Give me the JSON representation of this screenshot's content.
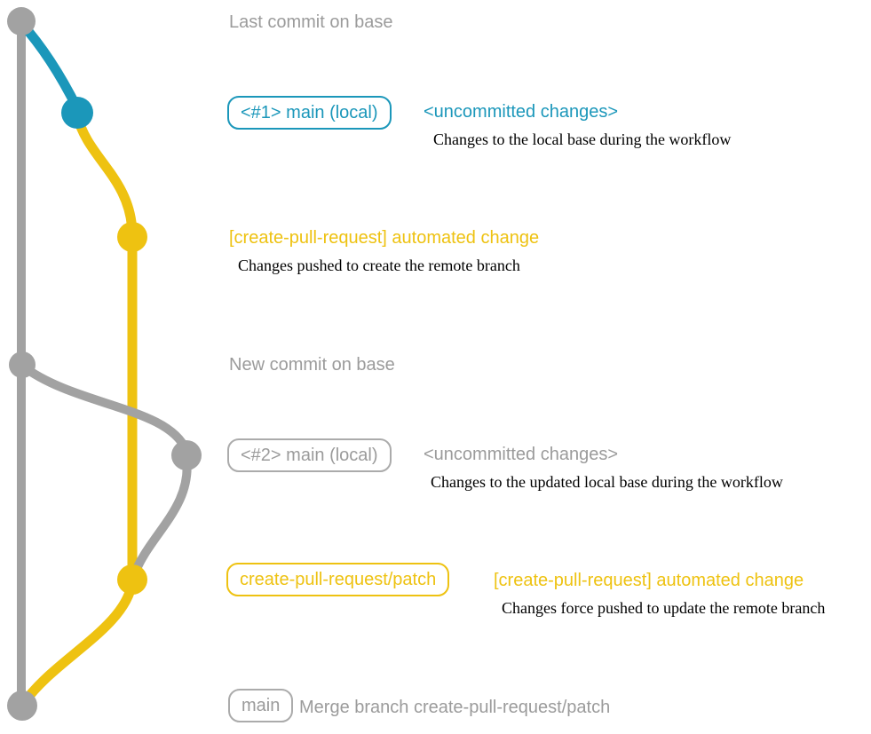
{
  "colors": {
    "gray": "#a2a2a2",
    "gray_text": "#9b9b9b",
    "blue": "#1b97ba",
    "yellow": "#eec211",
    "black": "#000000"
  },
  "annotations": {
    "last_commit_on_base": "Last commit on base",
    "new_commit_on_base": "New commit on base"
  },
  "step1": {
    "branch_tag": "<#1> main (local)",
    "status": "<uncommitted changes>",
    "note": "Changes to the local base during the workflow"
  },
  "step2": {
    "commit_message": "[create-pull-request] automated change",
    "note": "Changes pushed to create the remote branch"
  },
  "step3": {
    "branch_tag": "<#2> main (local)",
    "status": "<uncommitted changes>",
    "note": "Changes to the updated local base during the workflow"
  },
  "step4": {
    "branch_tag": "create-pull-request/patch",
    "commit_message": "[create-pull-request] automated change",
    "note": "Changes force pushed to update the remote branch"
  },
  "step5": {
    "branch_tag": "main",
    "commit_message": "Merge branch create-pull-request/patch"
  }
}
